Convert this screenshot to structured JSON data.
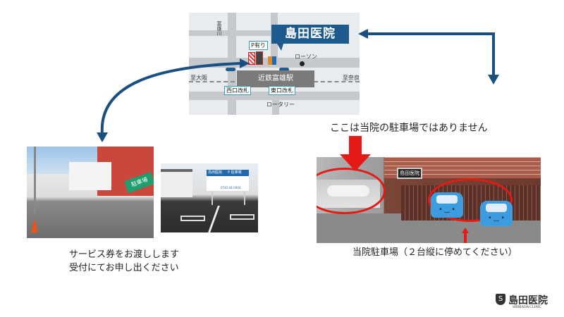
{
  "map": {
    "clinic_name": "島田医院",
    "river": "富雄川",
    "parking_label": "P有り",
    "lawson": "ローソン",
    "to_osaka": "至大阪",
    "to_nara": "至奈良",
    "station": "近鉄富雄駅",
    "west_gate": "西口改札",
    "east_gate": "東口改札",
    "rotary": "ロータリー"
  },
  "photos": {
    "left_sign": "駐車場",
    "middle_sign_clinic": "島田医院",
    "middle_sign_parking": "P 駐車場",
    "middle_sign_phone": "0742-44-0004",
    "right_sign": "島田医院"
  },
  "notes": {
    "not_our_parking": "ここは当院の駐車場ではありません",
    "service_ticket_line1": "サービス券をお渡しします",
    "service_ticket_line2": "受付にてお申し出ください",
    "clinic_parking": "当院駐車場（２台縦に停めてください）"
  },
  "logo": {
    "name": "島田医院",
    "sub": "SHIMADA CLINIC"
  },
  "colors": {
    "navy": "#1d5a8e",
    "red": "#e41b14",
    "green": "#1f9e6e"
  }
}
